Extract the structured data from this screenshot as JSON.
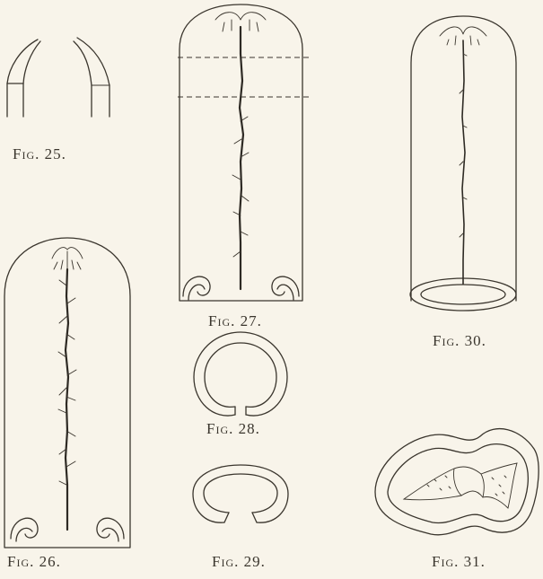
{
  "figures": [
    {
      "id": "fig25",
      "caption": "Fig. 25."
    },
    {
      "id": "fig26",
      "caption": "Fig. 26."
    },
    {
      "id": "fig27",
      "caption": "Fig. 27."
    },
    {
      "id": "fig28",
      "caption": "Fig. 28."
    },
    {
      "id": "fig29",
      "caption": "Fig. 29."
    },
    {
      "id": "fig30",
      "caption": "Fig. 30."
    },
    {
      "id": "fig31",
      "caption": "Fig. 31."
    }
  ]
}
